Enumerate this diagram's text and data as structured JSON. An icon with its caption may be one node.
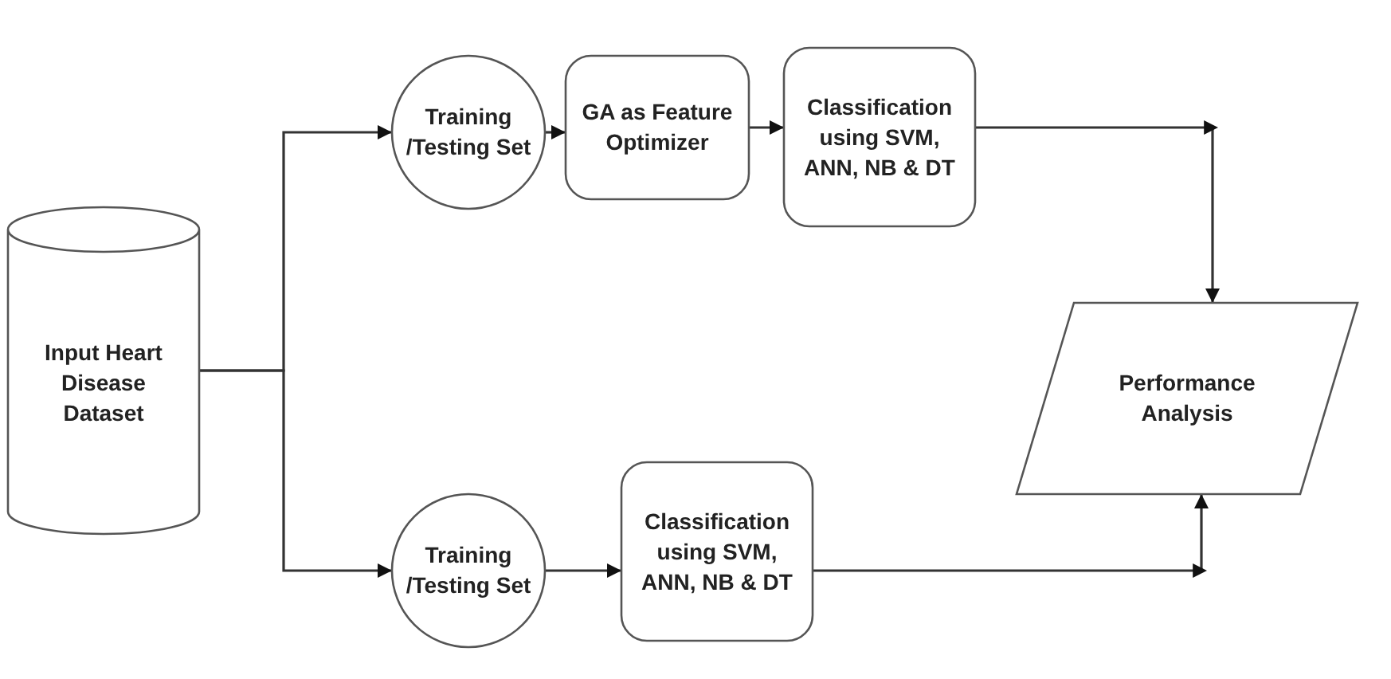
{
  "diagram": {
    "nodes": [
      {
        "text": [
          "Input Heart Disease Dataset"
        ]
      },
      {
        "text": [
          "Training /Testing Set"
        ]
      },
      {
        "text": [
          "GA as Feature Optimizer"
        ]
      },
      {
        "text": [
          "Classification using SVM, ANN, NB & DT"
        ]
      },
      {
        "text": [
          "Performance Analysis"
        ]
      },
      {
        "text": [
          "Training /Testing Set"
        ]
      },
      {
        "text": [
          "Classification using SVM, ANN, NB & DT"
        ]
      }
    ],
    "edges": [
      {
        "from": 0,
        "to": 1,
        "arrow": "to"
      },
      {
        "from": 0,
        "to": 5,
        "arrow": "to"
      },
      {
        "from": 1,
        "to": 2,
        "arrow": "to"
      },
      {
        "from": 2,
        "to": 3,
        "arrow": "to"
      },
      {
        "from": 3,
        "to": 4,
        "arrow": "to"
      },
      {
        "from": 5,
        "to": 6,
        "arrow": "to"
      },
      {
        "from": 6,
        "to": 4,
        "arrow": "to"
      }
    ]
  }
}
